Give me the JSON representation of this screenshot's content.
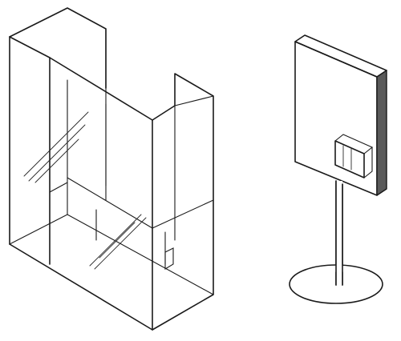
{
  "figure": {
    "items": [
      {
        "id": "brochure-holder",
        "icon": "acrylic-brochure-holder"
      },
      {
        "id": "floor-stand",
        "icon": "sign-board-floor-stand"
      }
    ],
    "colors": {
      "line": "#1a1a1a",
      "background": "#ffffff",
      "board-edge": "#5a5a5a"
    }
  }
}
